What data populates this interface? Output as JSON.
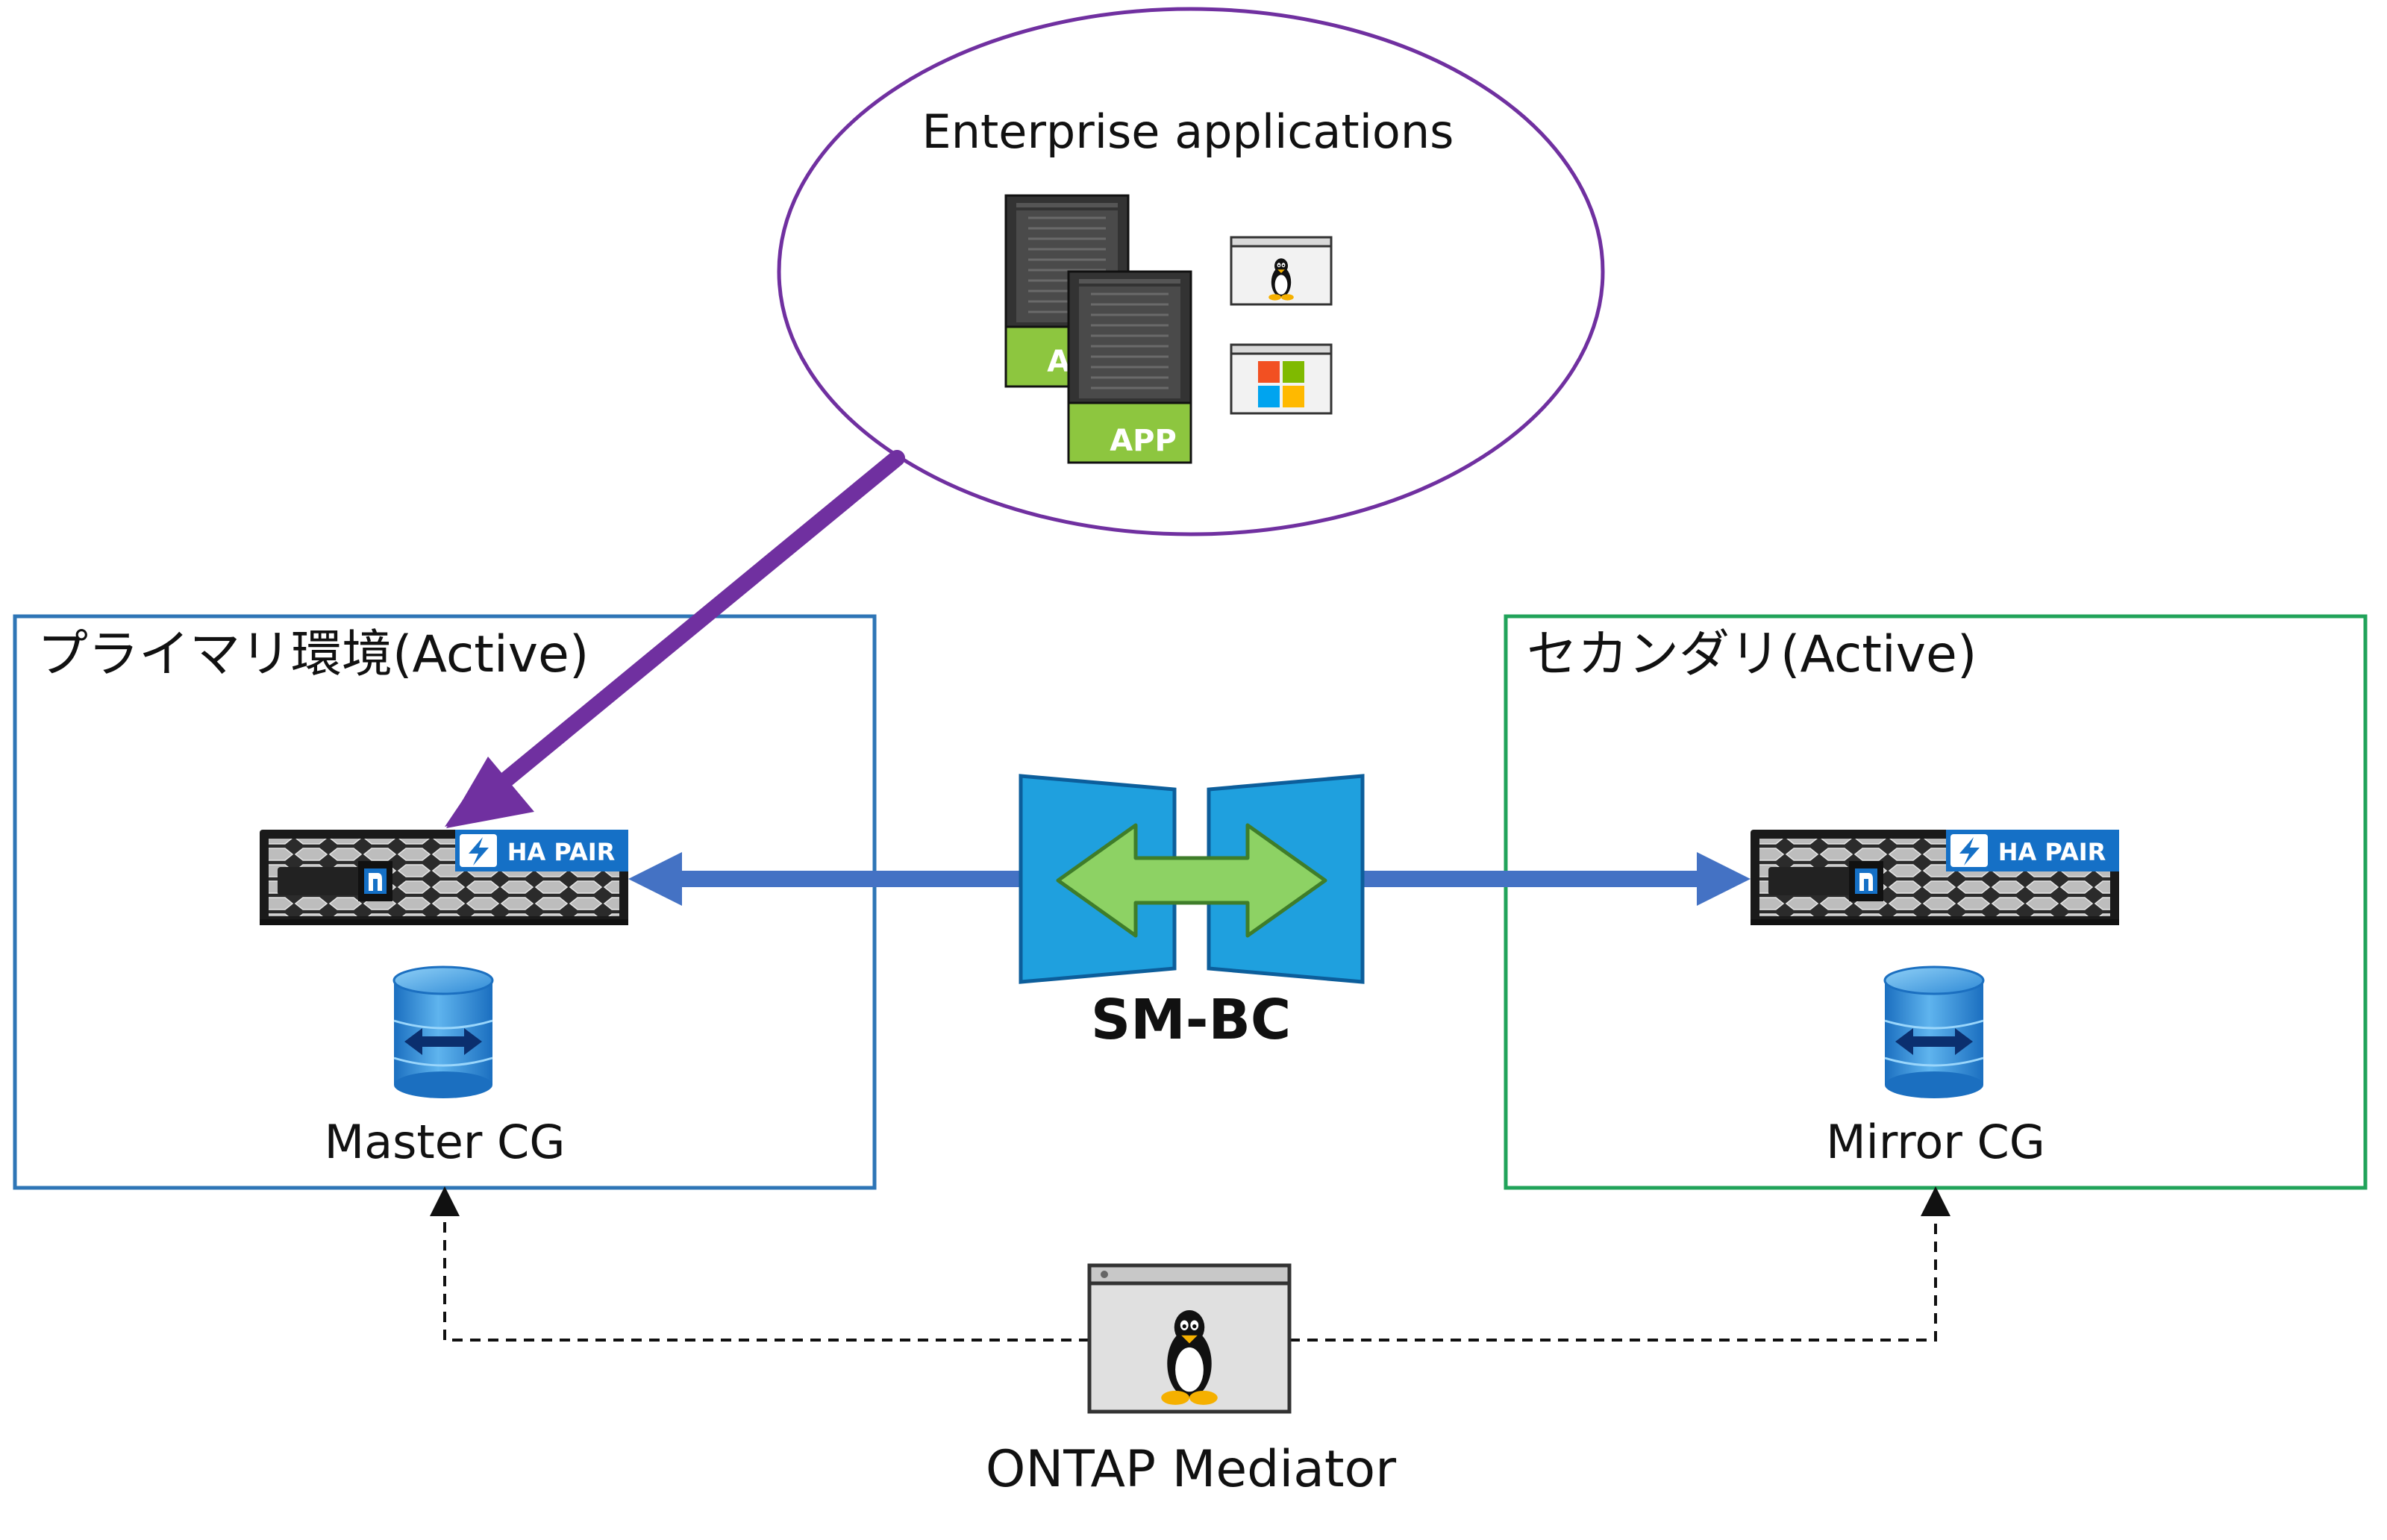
{
  "apps": {
    "title": "Enterprise applications",
    "app_badge": "APP"
  },
  "primary": {
    "title": "プライマリ環境(Active)",
    "storage_badge": "HA PAIR",
    "cg_label": "Master CG"
  },
  "secondary": {
    "title": "セカンダリ(Active)",
    "storage_badge": "HA PAIR",
    "cg_label": "Mirror CG"
  },
  "sync": {
    "label": "SM-BC"
  },
  "mediator": {
    "label": "ONTAP Mediator"
  },
  "colors": {
    "ellipse_stroke": "#7030a0",
    "app_arrow": "#7030a0",
    "primary_border": "#2e75b6",
    "secondary_border": "#21a35a",
    "replication_arrow": "#4472c4",
    "smbc_blue": "#1fa0de",
    "smbc_green": "#8dd264",
    "app_green": "#8dc63f",
    "ha_badge_blue": "#1570c6"
  },
  "icons": {
    "app_server": "app-server-icon",
    "linux": "linux-icon",
    "windows": "windows-icon",
    "storage": "storage-array-icon",
    "database": "database-icon",
    "sync": "snapmirror-sync-icon",
    "mediator": "mediator-linux-window-icon"
  }
}
